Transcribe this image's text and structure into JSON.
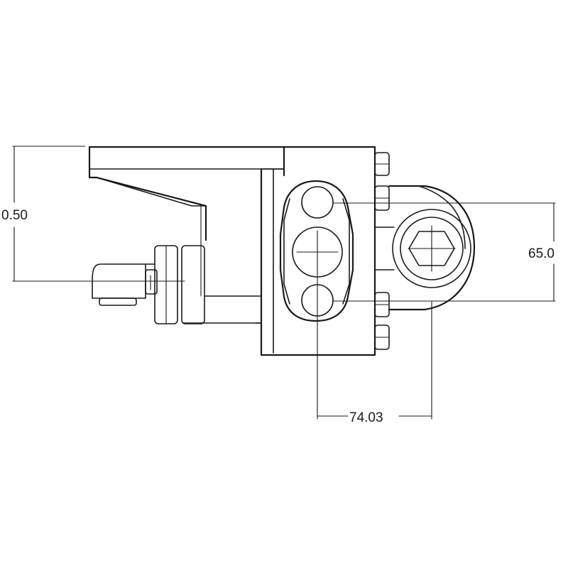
{
  "drawing": {
    "type": "mechanical-dimension-drawing",
    "dimensions": {
      "height_left": "0.50",
      "height_right": "65.0",
      "width_bottom": "74.03"
    },
    "line_color": "#1a1a1a",
    "background": "#ffffff"
  }
}
